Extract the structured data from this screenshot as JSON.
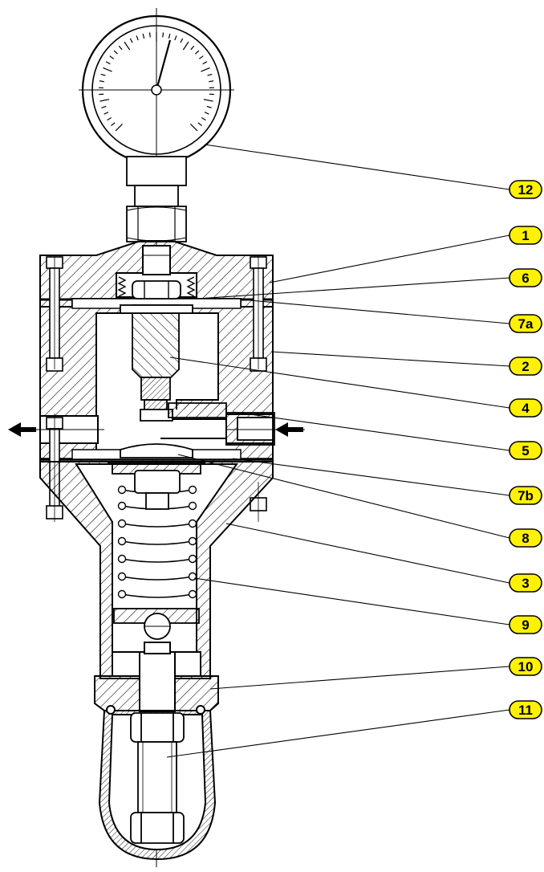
{
  "colors": {
    "callout_fill": "#fff200",
    "stroke": "#000000",
    "hatch": "#000000",
    "background": "#ffffff"
  },
  "callouts": [
    {
      "id": "12",
      "label": "12"
    },
    {
      "id": "1",
      "label": "1"
    },
    {
      "id": "6",
      "label": "6"
    },
    {
      "id": "7a",
      "label": "7a"
    },
    {
      "id": "2",
      "label": "2"
    },
    {
      "id": "4",
      "label": "4"
    },
    {
      "id": "5",
      "label": "5"
    },
    {
      "id": "7b",
      "label": "7b"
    },
    {
      "id": "8",
      "label": "8"
    },
    {
      "id": "3",
      "label": "3"
    },
    {
      "id": "9",
      "label": "9"
    },
    {
      "id": "10",
      "label": "10"
    },
    {
      "id": "11",
      "label": "11"
    }
  ],
  "icons": {
    "outlet_arrow": "arrow-left-icon",
    "inlet_arrow": "arrow-left-icon"
  }
}
